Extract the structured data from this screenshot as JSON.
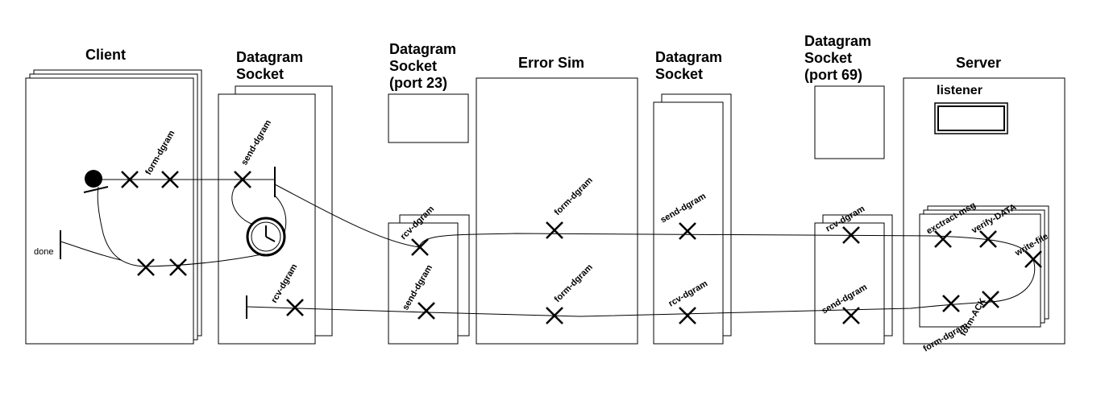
{
  "titles": {
    "client": "Client",
    "socket1": [
      "Datagram",
      "Socket"
    ],
    "socket2": [
      "Datagram",
      "Socket",
      "(port 23)"
    ],
    "errorsim": "Error Sim",
    "socket3": [
      "Datagram",
      "Socket"
    ],
    "socket4": [
      "Datagram",
      "Socket",
      "(port 69)"
    ],
    "server": "Server",
    "listener": "listener"
  },
  "labels": {
    "client_form_dgram": "form-dgram",
    "done": "done",
    "s1_send_dgram": "send-dgram",
    "s1_rcv_dgram": "rcv-dgram",
    "s2_rcv_dgram": "rcv-dgram",
    "s2_send_dgram": "send-dgram",
    "es_form_dgram_top": "form-dgram",
    "es_form_dgram_bottom": "form-dgram",
    "s3_send_dgram": "send-dgram",
    "s3_rcv_dgram": "rcv-dgram",
    "s4_rcv_dgram": "rcv-dgram",
    "s4_send_dgram": "send-dgram",
    "srv_extract_msg": "exctract-msg",
    "srv_verify_data": "verify-DATA",
    "srv_write_file": "write-file",
    "srv_form_dgram": "form-dgram",
    "srv_form_ack": "form-ACK"
  },
  "icons": [
    "start-dot-icon",
    "clock-icon",
    "cross-icon"
  ],
  "colors": {
    "stroke": "#000000",
    "background": "#ffffff"
  }
}
